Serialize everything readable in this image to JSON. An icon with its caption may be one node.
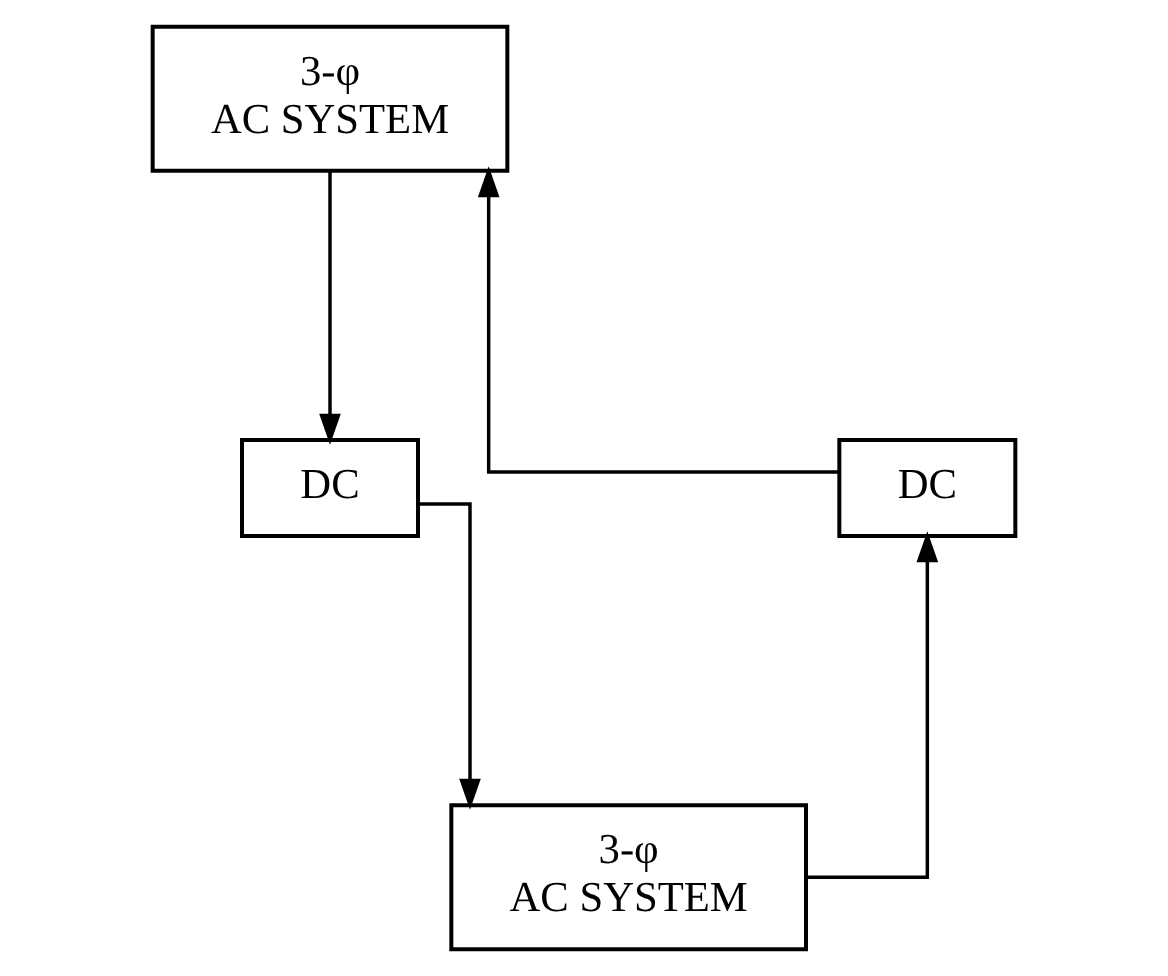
{
  "diagram": {
    "nodes": [
      {
        "text": [
          "3-φ",
          "AC SYSTEM"
        ]
      },
      {
        "text": [
          "DC"
        ]
      },
      {
        "text": [
          "3-φ",
          "AC SYSTEM"
        ]
      },
      {
        "text": [
          "DC"
        ]
      }
    ],
    "edges": [
      {
        "from": 0,
        "to": 1,
        "arrow": "to"
      },
      {
        "from": 1,
        "to": 2,
        "arrow": "to"
      },
      {
        "from": 2,
        "to": 3,
        "arrow": "to"
      },
      {
        "from": 3,
        "to": 0,
        "arrow": "to"
      }
    ]
  }
}
